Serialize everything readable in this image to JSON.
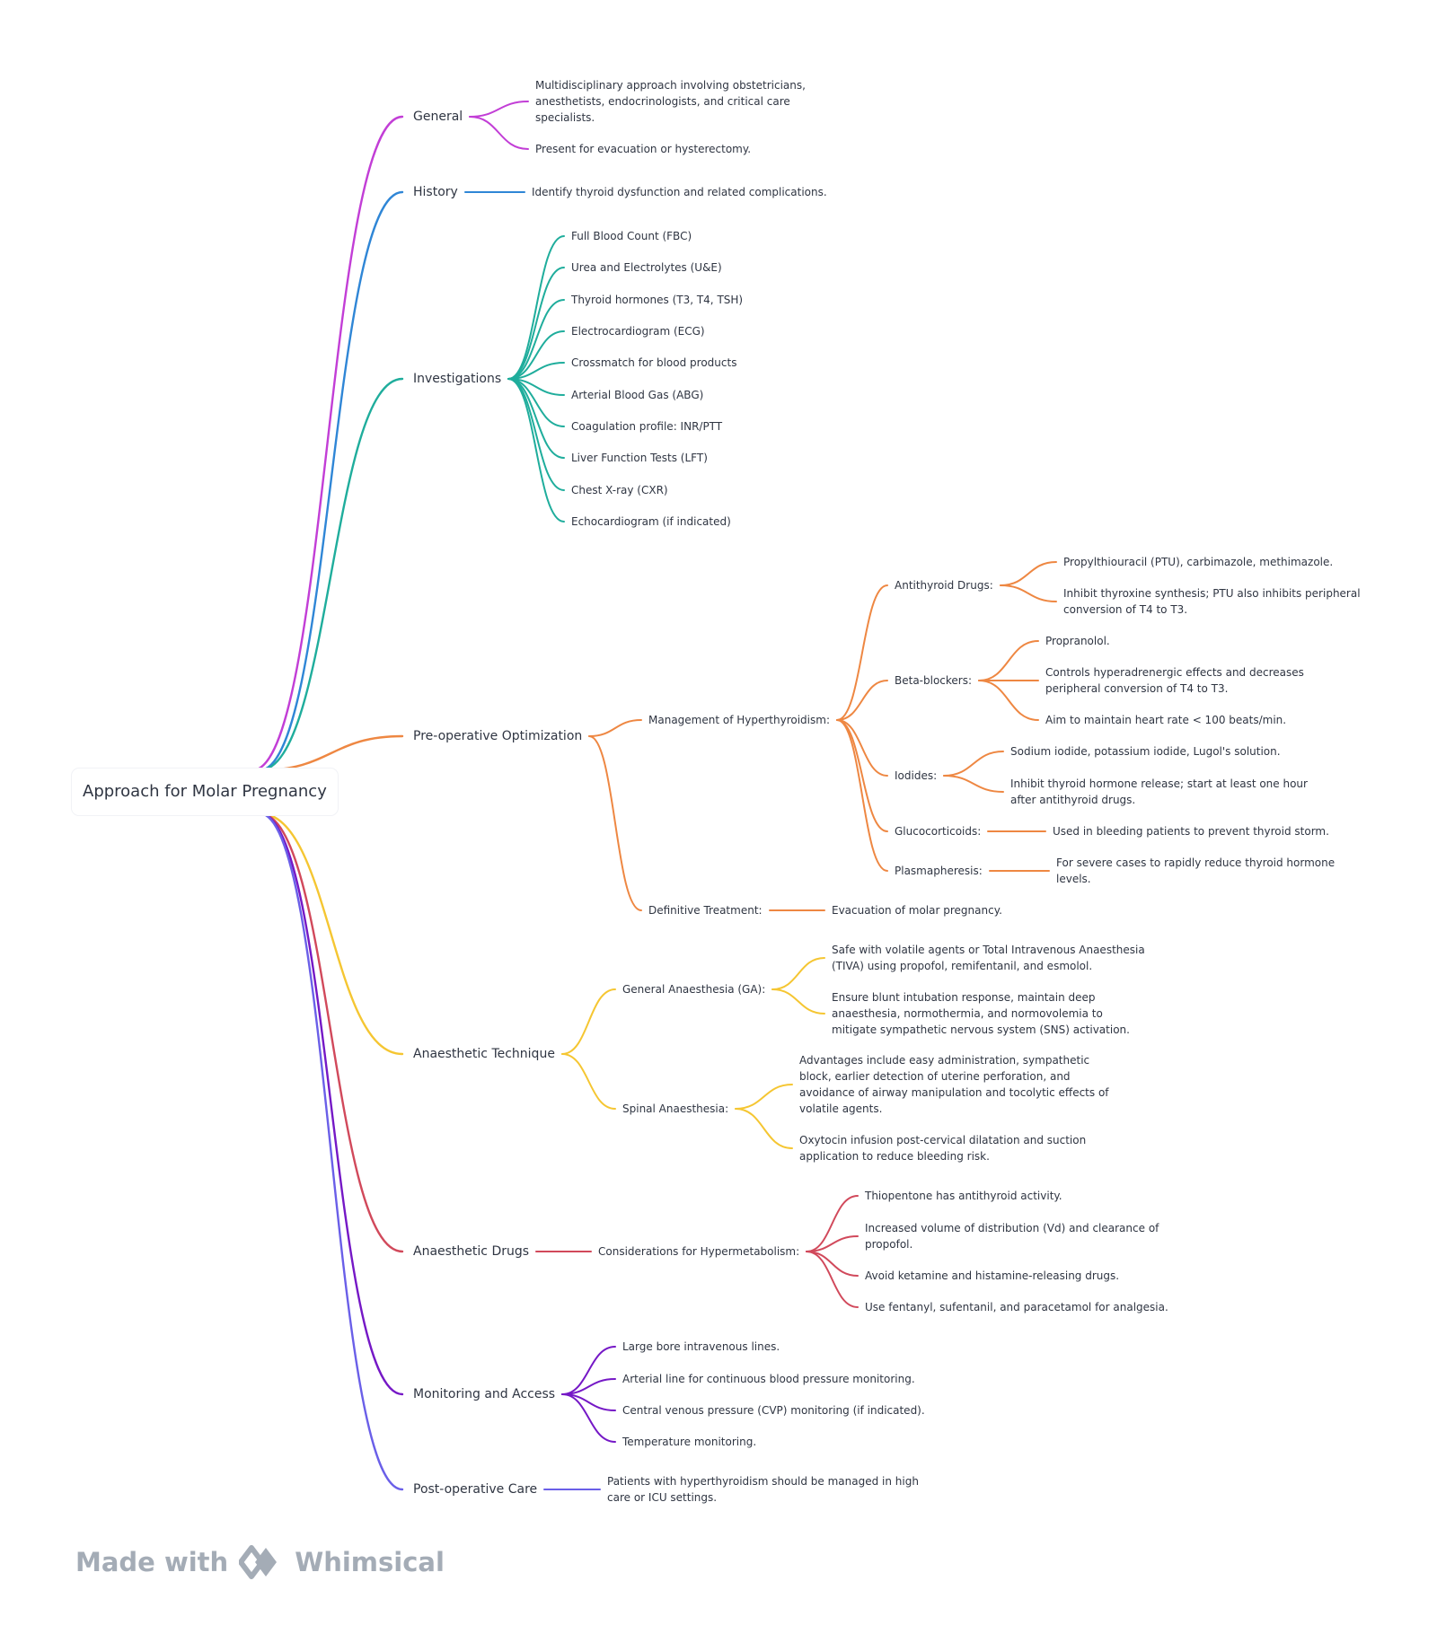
{
  "root": {
    "label": "Approach for Molar Pregnancy"
  },
  "branches": [
    {
      "id": "general",
      "label": "General",
      "color": "#c23ed6",
      "children": [
        {
          "id": "gen-1",
          "label": "Multidisciplinary approach involving obstetricians,\nanesthetists, endocrinologists, and critical care\nspecialists."
        },
        {
          "id": "gen-2",
          "label": "Present for evacuation or hysterectomy."
        }
      ]
    },
    {
      "id": "history",
      "label": "History",
      "color": "#2f86d6",
      "children": [
        {
          "id": "his-1",
          "label": "Identify thyroid dysfunction and related complications."
        }
      ]
    },
    {
      "id": "investigations",
      "label": "Investigations",
      "color": "#1fad9c",
      "children": [
        {
          "id": "inv-1",
          "label": "Full Blood Count (FBC)"
        },
        {
          "id": "inv-2",
          "label": "Urea and Electrolytes (U&E)"
        },
        {
          "id": "inv-3",
          "label": "Thyroid hormones (T3, T4, TSH)"
        },
        {
          "id": "inv-4",
          "label": "Electrocardiogram (ECG)"
        },
        {
          "id": "inv-5",
          "label": "Crossmatch for blood products"
        },
        {
          "id": "inv-6",
          "label": "Arterial Blood Gas (ABG)"
        },
        {
          "id": "inv-7",
          "label": "Coagulation profile: INR/PTT"
        },
        {
          "id": "inv-8",
          "label": "Liver Function Tests (LFT)"
        },
        {
          "id": "inv-9",
          "label": "Chest X-ray (CXR)"
        },
        {
          "id": "inv-10",
          "label": "Echocardiogram (if indicated)"
        }
      ]
    },
    {
      "id": "preop",
      "label": "Pre-operative Optimization",
      "color": "#ee8742",
      "children": [
        {
          "id": "hyper",
          "label": "Management of Hyperthyroidism:",
          "children": [
            {
              "id": "anti",
              "label": "Antithyroid Drugs:",
              "children": [
                {
                  "id": "anti-1",
                  "label": "Propylthiouracil (PTU), carbimazole, methimazole."
                },
                {
                  "id": "anti-2",
                  "label": "Inhibit thyroxine synthesis; PTU also inhibits peripheral\nconversion of T4 to T3."
                }
              ]
            },
            {
              "id": "beta",
              "label": "Beta-blockers:",
              "children": [
                {
                  "id": "beta-1",
                  "label": "Propranolol."
                },
                {
                  "id": "beta-2",
                  "label": "Controls hyperadrenergic effects and decreases\nperipheral conversion of T4 to T3."
                },
                {
                  "id": "beta-3",
                  "label": "Aim to maintain heart rate < 100 beats/min."
                }
              ]
            },
            {
              "id": "iod",
              "label": "Iodides:",
              "children": [
                {
                  "id": "iod-1",
                  "label": "Sodium iodide, potassium iodide, Lugol's solution."
                },
                {
                  "id": "iod-2",
                  "label": "Inhibit thyroid hormone release; start at least one hour\nafter antithyroid drugs."
                }
              ]
            },
            {
              "id": "gluco",
              "label": "Glucocorticoids:",
              "children": [
                {
                  "id": "gluco-1",
                  "label": "Used in bleeding patients to prevent thyroid storm."
                }
              ]
            },
            {
              "id": "plasma",
              "label": "Plasmapheresis:",
              "children": [
                {
                  "id": "plasma-1",
                  "label": "For severe cases to rapidly reduce thyroid hormone\nlevels."
                }
              ]
            }
          ]
        },
        {
          "id": "defin",
          "label": "Definitive Treatment:",
          "children": [
            {
              "id": "defin-1",
              "label": "Evacuation of molar pregnancy."
            }
          ]
        }
      ]
    },
    {
      "id": "technique",
      "label": "Anaesthetic Technique",
      "color": "#f5c632",
      "children": [
        {
          "id": "ga",
          "label": "General Anaesthesia (GA):",
          "children": [
            {
              "id": "ga-1",
              "label": "Safe with volatile agents or Total Intravenous Anaesthesia\n(TIVA) using propofol, remifentanil, and esmolol."
            },
            {
              "id": "ga-2",
              "label": "Ensure blunt intubation response, maintain deep\nanaesthesia, normothermia, and normovolemia to\nmitigate sympathetic nervous system (SNS) activation."
            }
          ]
        },
        {
          "id": "spinal",
          "label": "Spinal Anaesthesia:",
          "children": [
            {
              "id": "sp-1",
              "label": "Advantages include easy administration, sympathetic\nblock, earlier detection of uterine perforation, and\navoidance of airway manipulation and tocolytic effects of\nvolatile agents."
            },
            {
              "id": "sp-2",
              "label": "Oxytocin infusion post-cervical dilatation and suction\napplication to reduce bleeding risk."
            }
          ]
        }
      ]
    },
    {
      "id": "drugs",
      "label": "Anaesthetic Drugs",
      "color": "#d1495b",
      "children": [
        {
          "id": "hypermet",
          "label": "Considerations for Hypermetabolism:",
          "children": [
            {
              "id": "hm-1",
              "label": "Thiopentone has antithyroid activity."
            },
            {
              "id": "hm-2",
              "label": "Increased volume of distribution (Vd) and clearance of\npropofol."
            },
            {
              "id": "hm-3",
              "label": "Avoid ketamine and histamine-releasing drugs."
            },
            {
              "id": "hm-4",
              "label": "Use fentanyl, sufentanil, and paracetamol for analgesia."
            }
          ]
        }
      ]
    },
    {
      "id": "monitoring",
      "label": "Monitoring and Access",
      "color": "#7518c6",
      "children": [
        {
          "id": "mon-1",
          "label": "Large bore intravenous lines."
        },
        {
          "id": "mon-2",
          "label": "Arterial line for continuous blood pressure monitoring."
        },
        {
          "id": "mon-3",
          "label": "Central venous pressure (CVP) monitoring (if indicated)."
        },
        {
          "id": "mon-4",
          "label": "Temperature monitoring."
        }
      ]
    },
    {
      "id": "postop",
      "label": "Post-operative Care",
      "color": "#6a5fe8",
      "children": [
        {
          "id": "post-1",
          "label": "Patients with hyperthyroidism should be managed in high\ncare or ICU settings."
        }
      ]
    }
  ],
  "watermark": {
    "text_left": "Made with",
    "text_right": "Whimsical"
  }
}
